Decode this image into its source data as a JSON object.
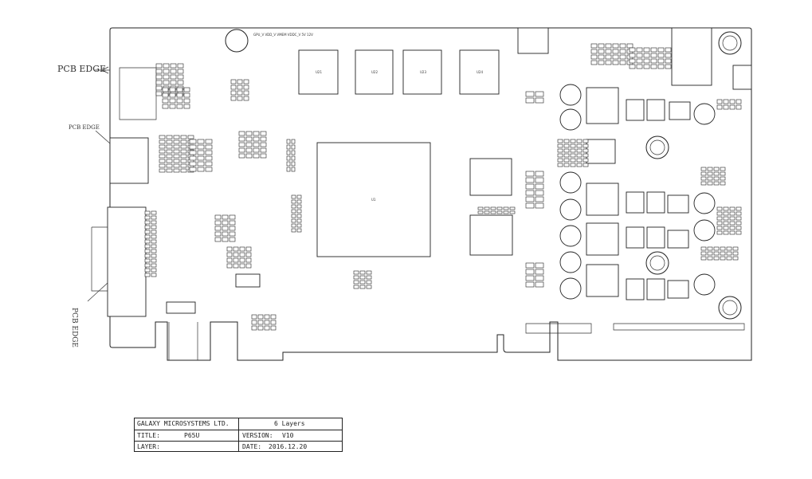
{
  "edge_labels": {
    "upper": "PCB EDGE",
    "middle": "PCB EDGE",
    "lower": "PCB EDGE"
  },
  "title_block": {
    "company": "GALAXY MICROSYSTEMS LTD.",
    "layers": "6 Layers",
    "title_label": "TITLE:",
    "title_value": "P65U",
    "version_label": "VERSION:",
    "version_value": "V10",
    "layer_label": "LAYER:",
    "layer_value": "",
    "date_label": "DATE:",
    "date_value": "2016.12.20"
  }
}
